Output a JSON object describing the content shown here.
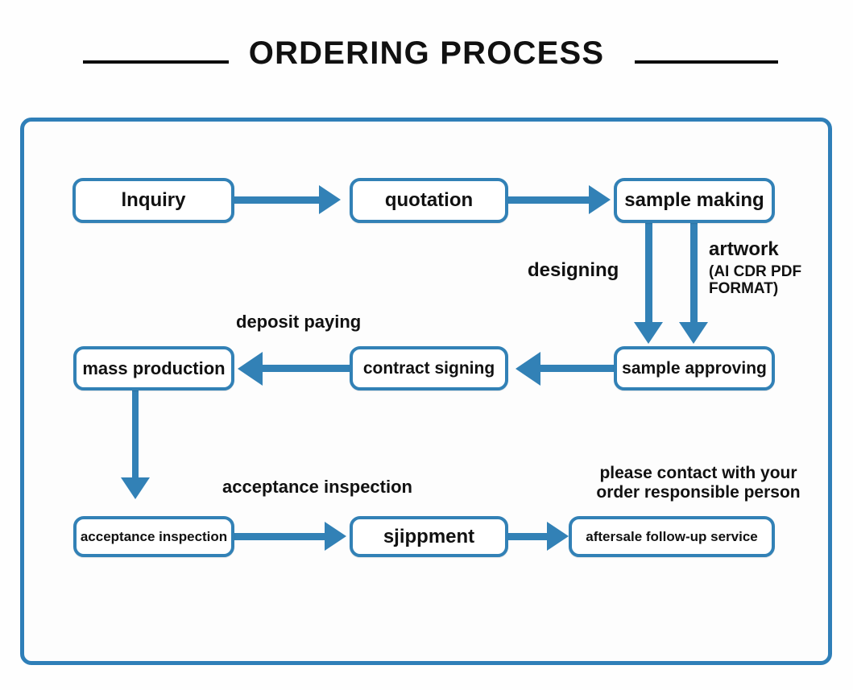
{
  "header": {
    "title": "ORDERING PROCESS",
    "rule_left": "divider-line-left",
    "rule_right": "divider-line-right"
  },
  "theme": {
    "accent_blue": "#3281b6",
    "frame_blue": "#2f7fb8",
    "text_black": "#111111",
    "box_fill": "#ffffff",
    "page_bg": "#ffffff"
  },
  "flow": {
    "row1": [
      {
        "id": "inquiry",
        "label": "lnquiry"
      },
      {
        "id": "quotation",
        "label": "quotation"
      },
      {
        "id": "sample-making",
        "label": "sample making"
      }
    ],
    "row2": [
      {
        "id": "mass-production",
        "label": "mass production"
      },
      {
        "id": "contract-signing",
        "label": "contract signing"
      },
      {
        "id": "sample-approving",
        "label": "sample approving"
      }
    ],
    "row3": [
      {
        "id": "acceptance-inspection",
        "label": "acceptance inspection"
      },
      {
        "id": "shipment",
        "label": "sjippment"
      },
      {
        "id": "aftersale",
        "label": "aftersale follow-up service"
      }
    ],
    "labels": {
      "designing": "designing",
      "artwork_main": "artwork",
      "artwork_sub": "(AI CDR PDF FORMAT)",
      "deposit_paying": "deposit paying",
      "acceptance_inspection": "acceptance inspection",
      "contact_note": "please contact with your order responsible person"
    },
    "connectors": [
      {
        "id": "inquiry-to-quotation",
        "direction": "right"
      },
      {
        "id": "quotation-to-sample-making",
        "direction": "right"
      },
      {
        "id": "sample-making-to-approving-left",
        "direction": "down"
      },
      {
        "id": "sample-making-to-approving-right",
        "direction": "down"
      },
      {
        "id": "approving-to-contract",
        "direction": "left"
      },
      {
        "id": "contract-to-mass-production",
        "direction": "left"
      },
      {
        "id": "mass-production-to-acceptance",
        "direction": "down"
      },
      {
        "id": "acceptance-to-shipment",
        "direction": "right"
      },
      {
        "id": "shipment-to-aftersale",
        "direction": "right"
      }
    ]
  }
}
